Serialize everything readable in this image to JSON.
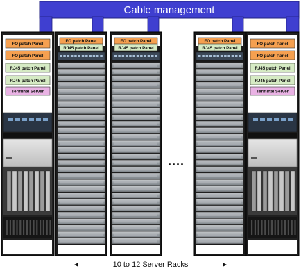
{
  "cable_management": {
    "label": "Cable management",
    "color": "#3f3fd0"
  },
  "network_racks": [
    {
      "panels": [
        {
          "label": "FO patch Panel",
          "kind": "fo"
        },
        {
          "label": "FO patch Panel",
          "kind": "fo"
        },
        {
          "label": "RJ45 patch Panel",
          "kind": "rj45"
        },
        {
          "label": "RJ45 patch Panel",
          "kind": "rj45"
        }
      ],
      "terminal_server": "Terminal Server"
    },
    {
      "panels": [
        {
          "label": "FO patch Panel",
          "kind": "fo"
        },
        {
          "label": "FO patch Panel",
          "kind": "fo"
        },
        {
          "label": "RJ45 patch Panel",
          "kind": "rj45"
        },
        {
          "label": "RJ45 patch Panel",
          "kind": "rj45"
        }
      ],
      "terminal_server": "Terminal Server"
    }
  ],
  "server_racks": [
    {
      "fo_panel": "FO patch Panel",
      "rj45_panel": "RJ45 patch Panel"
    },
    {
      "fo_panel": "FO patch Panel",
      "rj45_panel": "RJ45 patch Panel"
    },
    {
      "fo_panel": "FO patch Panel",
      "rj45_panel": "RJ45 patch Panel"
    },
    {
      "fo_panel": "FO patch Panel",
      "rj45_panel": "RJ45 patch Panel"
    }
  ],
  "ellipsis": "....",
  "caption": "10 to 12 Server Racks",
  "colors": {
    "fo_panel": "#f5a050",
    "rj45_panel": "#d6ebc4",
    "terminal_server": "#e9b2e4",
    "rack_frame": "#1a1a1a",
    "server_unit": "#9ea3a8"
  }
}
